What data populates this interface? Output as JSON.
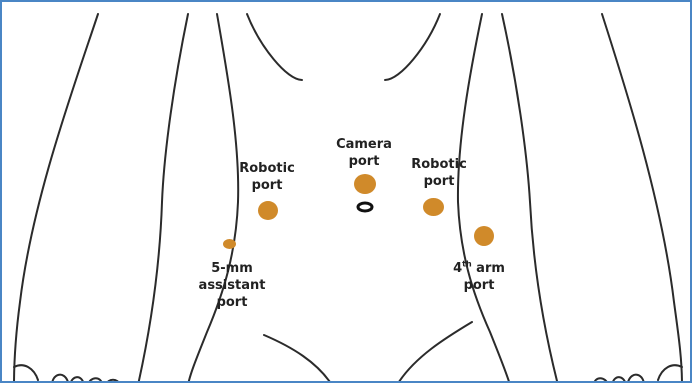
{
  "colors": {
    "port": "#d08a2a",
    "outline": "#2b2b2b",
    "frame_border": "#4a86c5",
    "label": "#222222"
  },
  "labels": {
    "camera": [
      "Camera",
      "port"
    ],
    "robotic_left": [
      "Robotic",
      "port"
    ],
    "robotic_right": [
      "Robotic",
      "port"
    ],
    "assistant": [
      "5-mm",
      "assistant",
      "port"
    ],
    "fourth_arm": {
      "number": "4",
      "suffix": "th",
      "rest": " arm",
      "line2": "port"
    }
  },
  "ports": [
    {
      "name": "camera-port",
      "shape": "filled-circle"
    },
    {
      "name": "umbilicus",
      "shape": "outlined-ellipse"
    },
    {
      "name": "robotic-port-left",
      "shape": "filled-circle"
    },
    {
      "name": "robotic-port-right",
      "shape": "filled-circle"
    },
    {
      "name": "assistant-port",
      "shape": "small-filled-ellipse"
    },
    {
      "name": "fourth-arm-port",
      "shape": "filled-circle"
    }
  ]
}
